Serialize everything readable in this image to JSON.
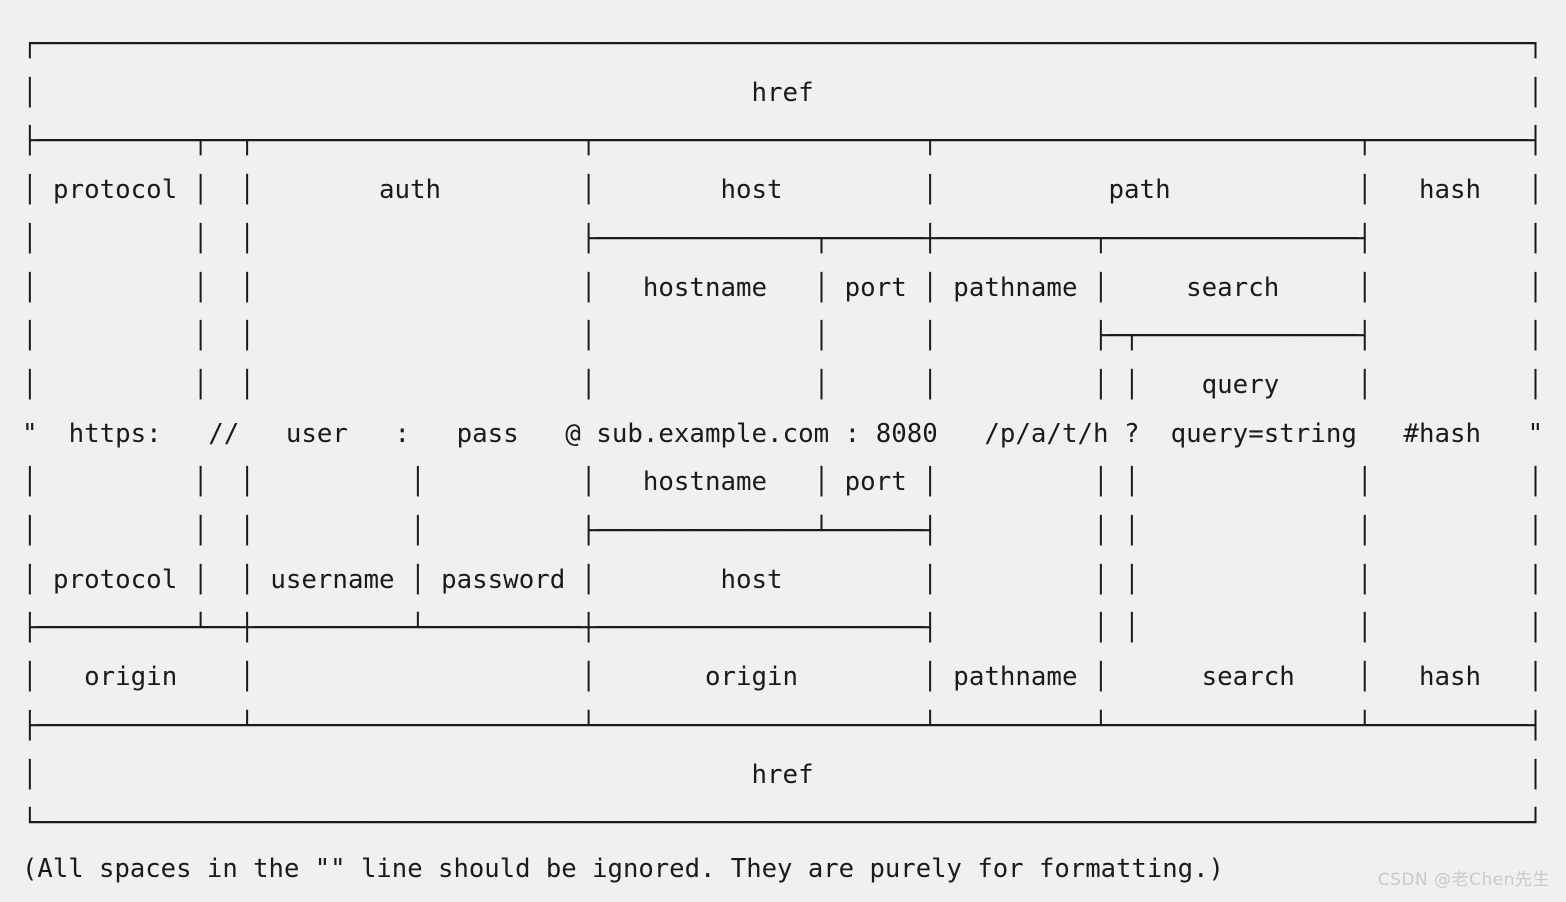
{
  "figure": {
    "title": "URL structure breakdown diagram",
    "background_color": "#f0f0f0",
    "text_color": "#1a1a1a",
    "example_url": "https://user:pass@sub.example.com:8080/p/a/t/h?query=string#hash",
    "caption": "(All spaces in the \"\" line should be ignored. They are purely for formatting.)",
    "watermark": "CSDN @老Chen先生"
  },
  "ascii": "┌────────────────────────────────────────────────────────────────────────────────────────────────┐\n│                                              href                                              │\n├──────────┬──┬─────────────────────┬─────────────────────┬───────────────────────────┬──────────┤\n│ protocol │  │        auth         │        host         │           path            │   hash   │\n│          │  │                     ├──────────────┬──────┼──────────┬────────────────┤          │\n│          │  │                     │   hostname   │ port │ pathname │     search     │          │\n│          │  │                     │              │      │          ├─┬──────────────┤          │\n│          │  │                     │              │      │          │ │    query     │          │\n\"  https:   //   user   :   pass   @ sub.example.com : 8080   /p/a/t/h ?  query=string   #hash   \"\n│          │  │          │          │   hostname   │ port │          │ │              │          │\n│          │  │          │          ├──────────────┴──────┤          │ │              │          │\n│ protocol │  │ username │ password │        host         │          │ │              │          │\n├──────────┴──┼──────────┴──────────┼─────────────────────┤          │ │              │          │\n│   origin    │                     │       origin        │ pathname │      search    │   hash   │\n├─────────────┴─────────────────────┴─────────────────────┴──────────┴────────────────┴──────────┤\n│                                              href                                              │\n└────────────────────────────────────────────────────────────────────────────────────────────────┘",
  "rows": [
    {
      "id": "row-top-border",
      "type": "border",
      "content": "┌──────────────────────────────────────────────┐"
    },
    {
      "id": "row-href-top",
      "type": "label",
      "labels": [
        "href"
      ]
    },
    {
      "id": "row-divider-1",
      "type": "border",
      "content": "├────┬─┬─────┬─────┬──────┬────┤"
    },
    {
      "id": "row-main-parts",
      "type": "label",
      "labels": [
        "protocol",
        "auth",
        "host",
        "path",
        "hash"
      ]
    },
    {
      "id": "row-divider-2",
      "type": "border",
      "content": "├────┬────┼────┬────┤"
    },
    {
      "id": "row-host-parts",
      "type": "label",
      "labels": [
        "hostname",
        "port",
        "pathname",
        "search"
      ]
    },
    {
      "id": "row-divider-3",
      "type": "border",
      "content": "├─┬────┤"
    },
    {
      "id": "row-query",
      "type": "label",
      "labels": [
        "query"
      ]
    },
    {
      "id": "row-url",
      "type": "url",
      "labels": [
        "\"",
        "https:",
        "//",
        "user",
        ":",
        "pass",
        "@",
        "sub.example.com",
        ":",
        "8080",
        "/p/a/t/h",
        "?",
        "query=string",
        "#hash",
        "\""
      ]
    },
    {
      "id": "row-host-parts-2",
      "type": "label",
      "labels": [
        "hostname",
        "port"
      ]
    },
    {
      "id": "row-divider-4",
      "type": "border",
      "content": "├──────┴───┤"
    },
    {
      "id": "row-auth-parts",
      "type": "label",
      "labels": [
        "protocol",
        "username",
        "password",
        "host"
      ]
    },
    {
      "id": "row-divider-5",
      "type": "border",
      "content": "├───┴──┼───┴───┼──────┤"
    },
    {
      "id": "row-origin",
      "type": "label",
      "labels": [
        "origin",
        "origin",
        "pathname",
        "search",
        "hash"
      ]
    },
    {
      "id": "row-divider-6",
      "type": "border",
      "content": "├────┴────┴────┴────┴────┤"
    },
    {
      "id": "row-href-bottom",
      "type": "label",
      "labels": [
        "href"
      ]
    },
    {
      "id": "row-bottom-border",
      "type": "border",
      "content": "└──────────────────────────────────────────────┘"
    }
  ],
  "url_components": {
    "href": "https://user:pass@sub.example.com:8080/p/a/t/h?query=string#hash",
    "protocol": "https:",
    "slashes": "//",
    "auth": "user:pass",
    "username": "user",
    "password": "pass",
    "host": "sub.example.com:8080",
    "hostname": "sub.example.com",
    "port": "8080",
    "origin": "https://sub.example.com:8080",
    "path": "/p/a/t/h?query=string",
    "pathname": "/p/a/t/h",
    "search": "?query=string",
    "query": "query=string",
    "hash": "#hash"
  },
  "labels": {
    "href": "href",
    "protocol": "protocol",
    "auth": "auth",
    "host": "host",
    "path": "path",
    "hash": "hash",
    "hostname": "hostname",
    "port": "port",
    "pathname": "pathname",
    "search": "search",
    "query": "query",
    "username": "username",
    "password": "password",
    "origin": "origin"
  }
}
